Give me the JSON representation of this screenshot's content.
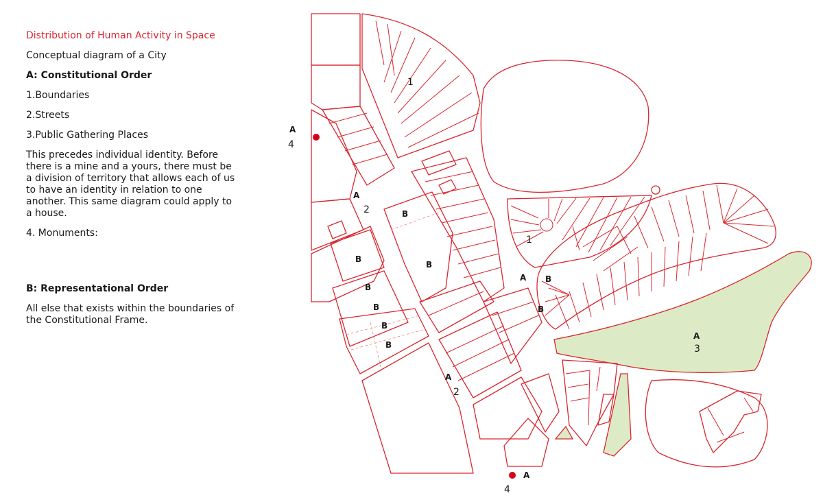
{
  "legend": {
    "title": "Distribution of Human Activity in Space",
    "subtitle": "Conceptual diagram of a City",
    "section_a": "A:  Constitutional Order",
    "items": [
      "1.Boundaries",
      "2.Streets",
      "3.Public Gathering Places"
    ],
    "body_a": "This precedes individual identity. Before there is a mine and a yours, there must be a division of territory that allows each of us to have an identity in relation to one another. This same diagram could apply to a house.",
    "monuments": "4. Monuments:",
    "section_b": "B:  Representational Order",
    "body_b": "All else that exists within the boundaries of the Constitutional Frame."
  },
  "map_labels": {
    "letter_a": "A",
    "letter_b": "B",
    "n1": "1",
    "n2": "2",
    "n3": "3",
    "n4": "4"
  },
  "colors": {
    "lines": "#d9262e",
    "green_space": "#dcebc6",
    "monument": "#d9001b",
    "title": "#d9262e"
  }
}
